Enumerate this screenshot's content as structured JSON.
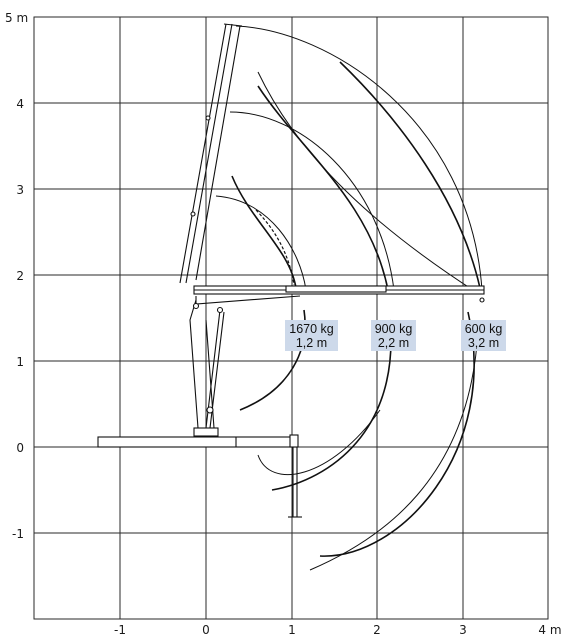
{
  "axes": {
    "x_ticks": [
      "-1",
      "0",
      "1",
      "2",
      "3"
    ],
    "x_unit_tick": "4 m",
    "y_ticks": [
      "4",
      "3",
      "2",
      "1",
      "0",
      "-1"
    ],
    "y_unit_tick": "5 m"
  },
  "capacities": [
    {
      "load": "1670 kg",
      "reach": "1,2 m"
    },
    {
      "load": "900 kg",
      "reach": "2,2 m"
    },
    {
      "load": "600 kg",
      "reach": "3,2 m"
    }
  ],
  "colors": {
    "label_bg": "#cdd9ea",
    "line": "#111111",
    "grid": "#2a2a2a"
  }
}
